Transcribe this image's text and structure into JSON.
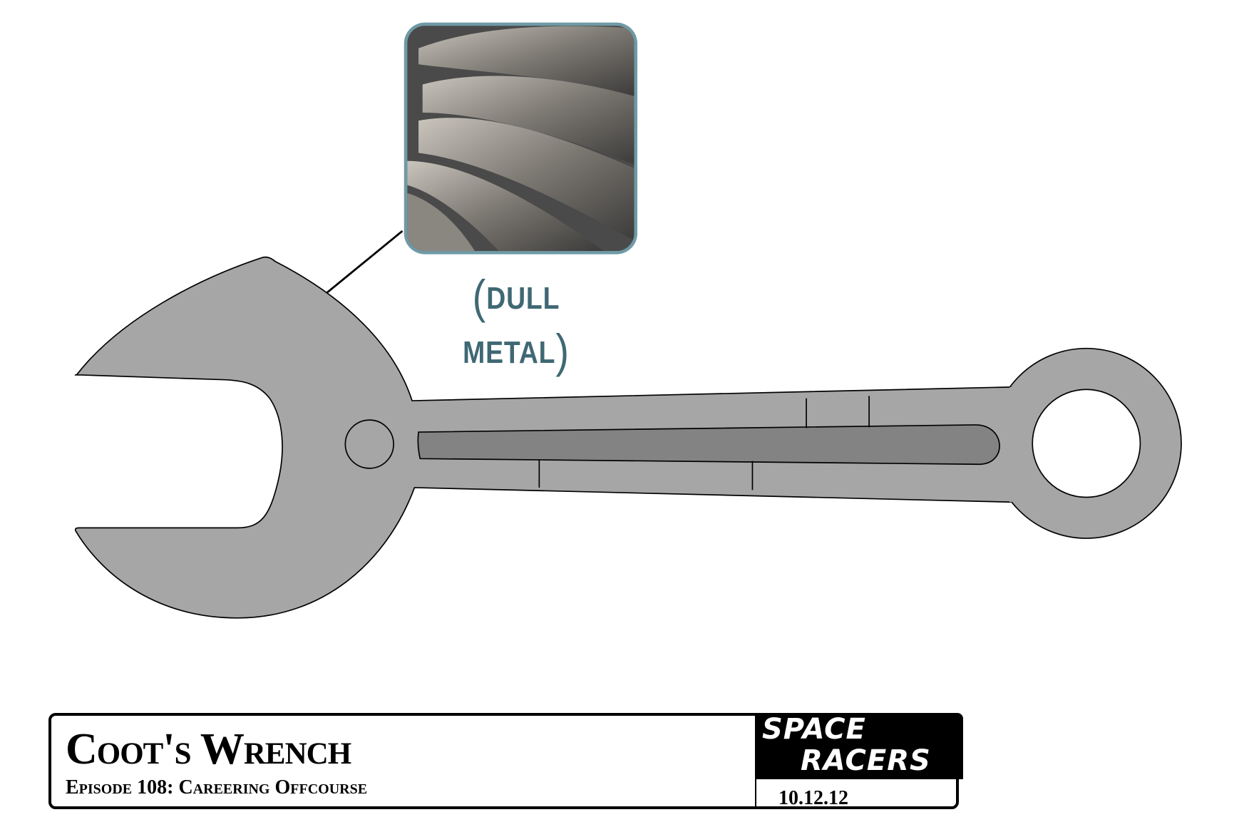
{
  "swatch": {
    "label_open": "(",
    "label_text": "DULL METAL",
    "label_close": ")",
    "border_color": "#6f9aa6",
    "label_color": "#3f6874"
  },
  "wrench": {
    "fill": "#a6a6a6",
    "slot_fill": "#838383"
  },
  "titleblock": {
    "title": "Coot's Wrench",
    "subtitle": "Episode 108: Careering Offcourse",
    "logo_line1": "SPACE",
    "logo_line2": "RACERS",
    "date": "10.12.12"
  }
}
